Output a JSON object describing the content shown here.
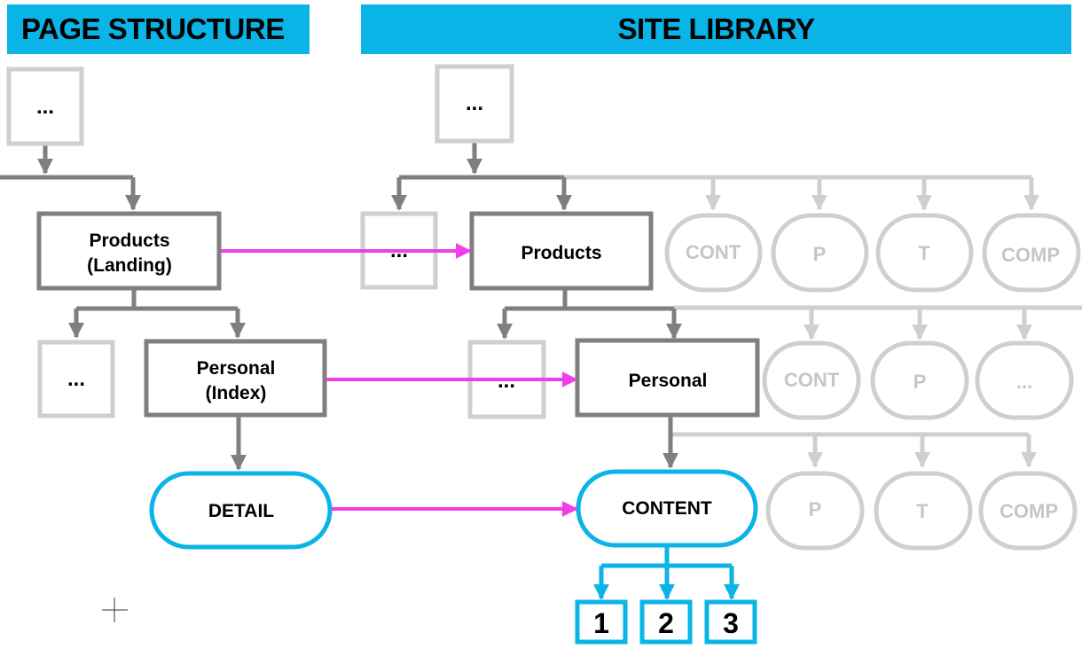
{
  "headers": {
    "page_structure": "PAGE STRUCTURE",
    "site_library": "SITE LIBRARY"
  },
  "colors": {
    "header_bg": "#0bb4e6",
    "dark_gray": "#7f7f7f",
    "light_gray": "#cfcfcf",
    "magenta": "#f03ee8",
    "cyan": "#0bb4e6"
  },
  "page_structure": {
    "top_placeholder": "...",
    "products_landing": [
      "Products",
      "(Landing)"
    ],
    "sibling_placeholder": "...",
    "personal_index": [
      "Personal",
      "(Index)"
    ],
    "detail": "DETAIL"
  },
  "site_library": {
    "top_placeholder": "...",
    "row1_placeholder": "...",
    "products": "Products",
    "row1_faded": [
      "CONT",
      "P",
      "T",
      "COMP"
    ],
    "row2_placeholder": "...",
    "personal": "Personal",
    "row2_faded": [
      "CONT",
      "P",
      "..."
    ],
    "content": "CONTENT",
    "row3_faded": [
      "P",
      "T",
      "COMP"
    ],
    "content_items": [
      "1",
      "2",
      "3"
    ]
  }
}
